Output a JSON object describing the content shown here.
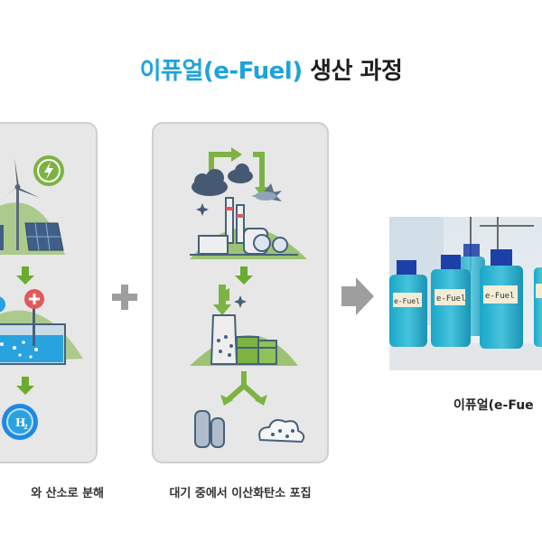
{
  "title": {
    "accent": "이퓨얼(e-Fuel)",
    "rest": "생산 과정"
  },
  "panels": [
    {
      "caption": "와 산소로 분해",
      "icons": [
        "lightning-icon",
        "wind-turbine-icon",
        "solar-panel-icon",
        "electrolysis-tank-icon",
        "minus-electrode-icon",
        "plus-electrode-icon",
        "hydrogen-icon"
      ]
    },
    {
      "caption": "대기 중에서 이산화탄소 포집",
      "icons": [
        "cloud-icon",
        "factory-icon",
        "airplane-icon",
        "carbon-capture-tank-icon",
        "gas-cylinders-icon",
        "co2-cloud-icon"
      ]
    }
  ],
  "operators": {
    "plus": "plus-icon",
    "arrow": "arrow-right-icon"
  },
  "hydrogen_label": {
    "main": "H",
    "sub": "2"
  },
  "product": {
    "bottle_label": "e-Fuel",
    "caption": "이퓨얼(e-Fue"
  },
  "colors": {
    "accent": "#1ea3dc",
    "green": "#6aac2f",
    "panel": "#e7e7e7",
    "text": "#1f1f1f"
  }
}
